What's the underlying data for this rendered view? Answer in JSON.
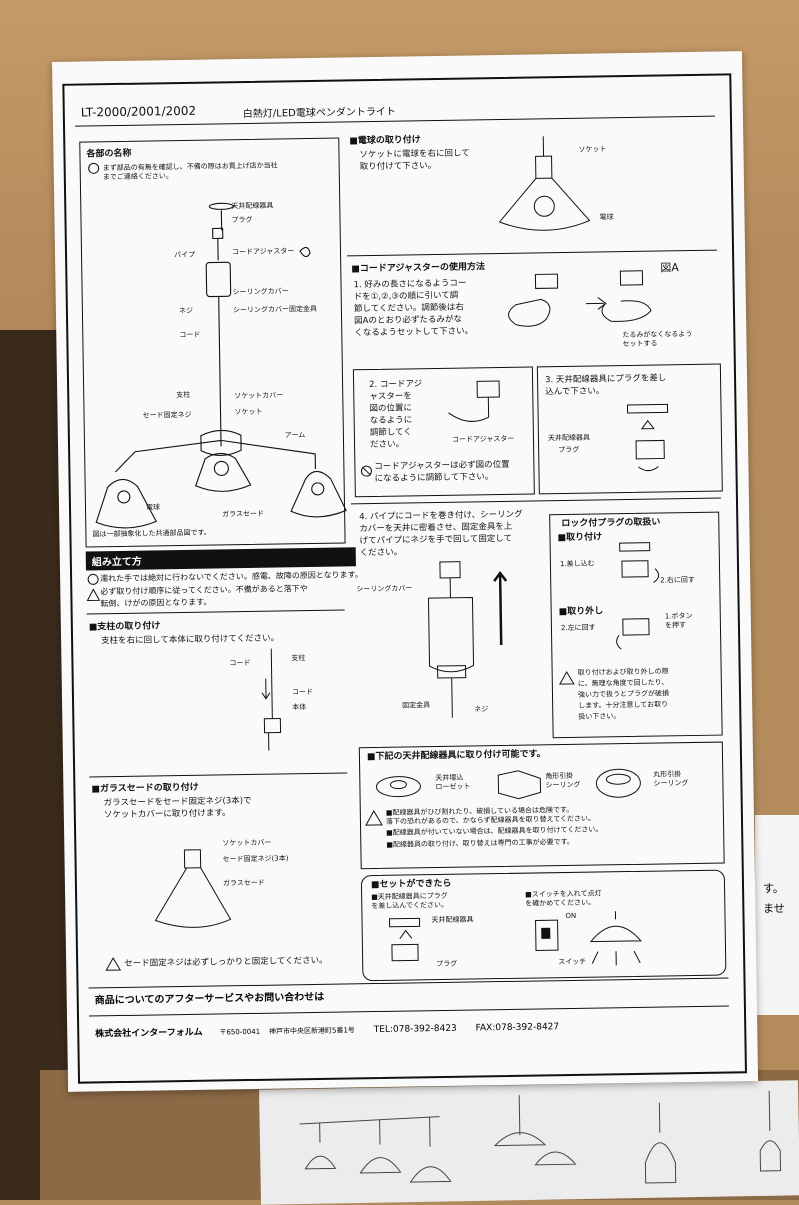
{
  "header": {
    "model": "LT-2000/2001/2002",
    "product": "白熱灯/LED電球ペンダントライト"
  },
  "parts": {
    "title": "各部の名称",
    "notice": "まず部品の有無を確認し、不備の際はお買上げ店か当社\nまでご連絡ください。",
    "labels": {
      "ceiling_fixture": "天井配線器具",
      "plug": "プラグ",
      "code_adjuster": "コードアジャスター",
      "pipe": "パイプ",
      "ceiling_cover": "シーリングカバー",
      "screw": "ネジ",
      "ceiling_cover_fixing": "シーリングカバー固定金具",
      "cord": "コード",
      "post": "支柱",
      "socket_cover": "ソケットカバー",
      "socket": "ソケット",
      "shade_screw": "セード固定ネジ",
      "arm": "アーム",
      "bulb": "電球",
      "glass_shade": "ガラスセード"
    },
    "caption": "図は一部抽象化した共通部品図です。"
  },
  "assembly": {
    "title": "組み立て方",
    "warn1": "濡れた手では絶対に行わないでください。感電、故障の原因となります。",
    "warn2": "必ず取り付け順序に従ってください。不備があると落下や\n転倒、けがの原因となります。",
    "post": {
      "title": "■支柱の取り付け",
      "body": "支柱を右に回して本体に取り付けてください。",
      "label_cord": "コード",
      "label_post": "支柱",
      "label_cord2": "コード",
      "label_body": "本体"
    },
    "glass": {
      "title": "■ガラスセードの取り付け",
      "body": "ガラスセードをセード固定ネジ(3本)で\nソケットカバーに取り付けます。",
      "label_socket_cover": "ソケットカバー",
      "label_screw": "セード固定ネジ(3本)",
      "label_shade": "ガラスセード",
      "warn": "セード固定ネジは必ずしっかりと固定してください。"
    }
  },
  "bulb": {
    "title": "■電球の取り付け",
    "body": "ソケットに電球を右に回して\n取り付けて下さい。",
    "label_socket": "ソケット",
    "label_bulb": "電球"
  },
  "adjuster": {
    "title": "■コードアジャスターの使用方法",
    "step1": "1. 好みの長さになるようコー\nドを①,②,③の順に引いて調\n節してください。調節後は右\n図Aのとおり必ずたるみがな\nくなるようセットして下さい。",
    "fig": "図A",
    "slack": "たるみがなくなるよう\nセットする",
    "step2": "2. コードアジ\nャスターを\n図の位置に\nなるように\n調節してく\nださい。",
    "step2_label": "コードアジャスター",
    "step2_warn": "コードアジャスターは必ず図の位置\nになるように調節して下さい。",
    "step3": "3. 天井配線器具にプラグを差し\n込んで下さい。",
    "step3_label1": "天井配線器具",
    "step3_label2": "プラグ"
  },
  "step4": {
    "text": "4. パイプにコードを巻き付け、シーリング\nカバーを天井に密着させ、固定金具を上\nげてパイプにネジを手で回して固定して\nください。",
    "label_cover": "シーリングカバー",
    "label_fixing": "固定金具",
    "label_screw": "ネジ"
  },
  "lock": {
    "title": "ロック付プラグの取扱い",
    "attach": "■取り付け",
    "a1": "1.差し込む",
    "a2": "2.右に回す",
    "detach": "■取り外し",
    "d1": "1.ボタン\nを押す",
    "d2": "2.左に回す",
    "warn": "取り付けおよび取り外しの際\nに、無理な角度で回したり、\n強い力で扱うとプラグが破損\nします。十分注意してお取り\n扱い下さい。"
  },
  "fixtures": {
    "title": "■下記の天井配線器具に取り付け可能です。",
    "items": [
      "天井埋込\nローゼット",
      "角形引掛\nシーリング",
      "丸形引掛\nシーリング"
    ],
    "notes": [
      "■配線器具がひび割れたり、破損している場合は危険です。\n  落下の恐れがあるので、かならず配線器具を取り替えてください。",
      "■配線器具が付いていない場合は、配線器具を取り付けてください。",
      "■配線器具の取り付け、取り替えは専門の工事が必要です。"
    ]
  },
  "finish": {
    "title": "■セットができたら",
    "s1": "■天井配線器具にプラグ\n  を差し込んでください。",
    "s2": "■スイッチを入れて点灯\n  を確かめてください。",
    "label_fixture": "天井配線器具",
    "label_plug": "プラグ",
    "label_on": "ON",
    "label_switch": "スイッチ"
  },
  "footer": {
    "service": "商品についてのアフターサービスやお問い合わせは",
    "company": "株式会社インターフォルム",
    "postal": "〒650-0041",
    "address": "神戸市中央区新港町5番1号",
    "tel": "TEL:078-392-8423",
    "fax": "FAX:078-392-8427"
  },
  "background": {
    "side_sheet": [
      "す。",
      "ませ"
    ]
  }
}
